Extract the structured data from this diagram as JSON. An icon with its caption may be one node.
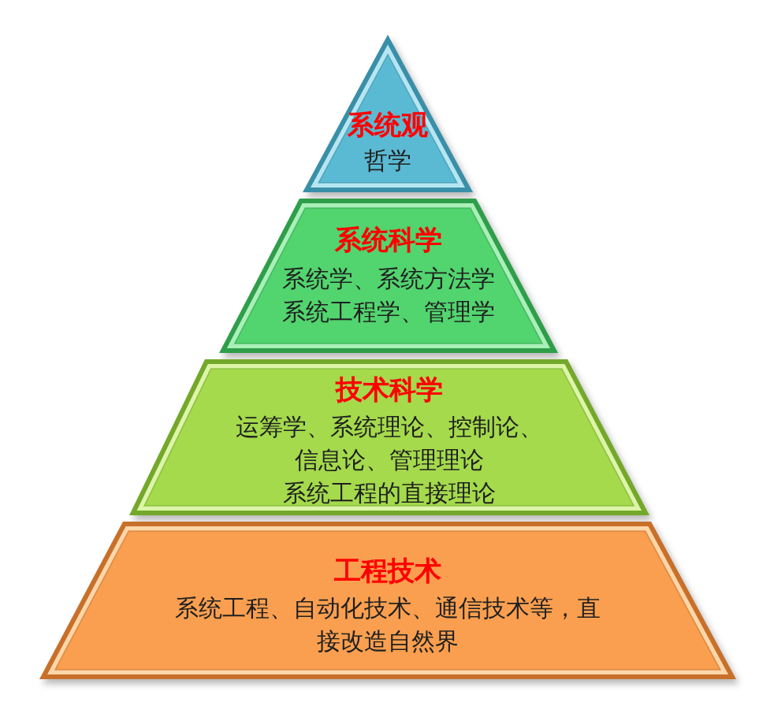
{
  "diagram": {
    "nodes": [
      {
        "text": [
          "系统观",
          "哲学"
        ]
      },
      {
        "text": [
          "系统科学",
          "系统学、系统方法学系统工程学、管理学"
        ]
      },
      {
        "text": [
          "技术科学",
          "运筹学、系统理论、控制论、信息论、管理理论",
          "系统工程的直接理论"
        ]
      },
      {
        "text": [
          "工程技术",
          "系统工程、自动化技术、通信技术等，直接改造自然界"
        ]
      }
    ]
  }
}
